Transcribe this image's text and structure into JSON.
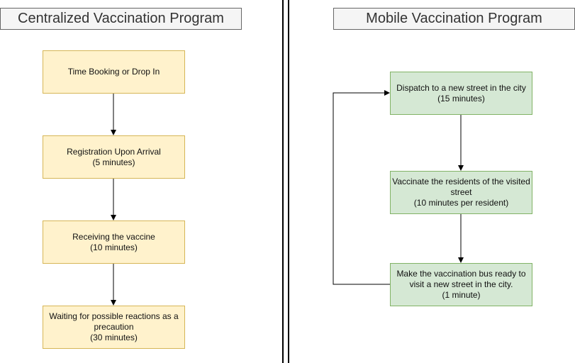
{
  "left_program": {
    "title": "Centralized Vaccination Program",
    "steps": [
      {
        "lines": [
          "Time Booking or Drop In"
        ]
      },
      {
        "lines": [
          "Registration Upon Arrival",
          "(5 minutes)"
        ]
      },
      {
        "lines": [
          "Receiving the vaccine",
          "(10 minutes)"
        ]
      },
      {
        "lines": [
          "Waiting for possible reactions as a",
          "precaution",
          "(30 minutes)"
        ]
      }
    ]
  },
  "right_program": {
    "title": "Mobile Vaccination Program",
    "steps": [
      {
        "lines": [
          "Dispatch to a new street in the city",
          "(15 minutes)"
        ]
      },
      {
        "lines": [
          "Vaccinate the residents of the visited",
          "street",
          "(10 minutes per resident)"
        ]
      },
      {
        "lines": [
          "Make the vaccination bus ready to",
          "visit a new street in the city.",
          "(1 minute)"
        ]
      }
    ]
  },
  "colors": {
    "left_fill": "#fff2cc",
    "left_stroke": "#d6b656",
    "right_fill": "#d5e8d4",
    "right_stroke": "#82b366",
    "header_fill": "#f5f5f5",
    "header_stroke": "#666666",
    "connector": "#000000"
  }
}
